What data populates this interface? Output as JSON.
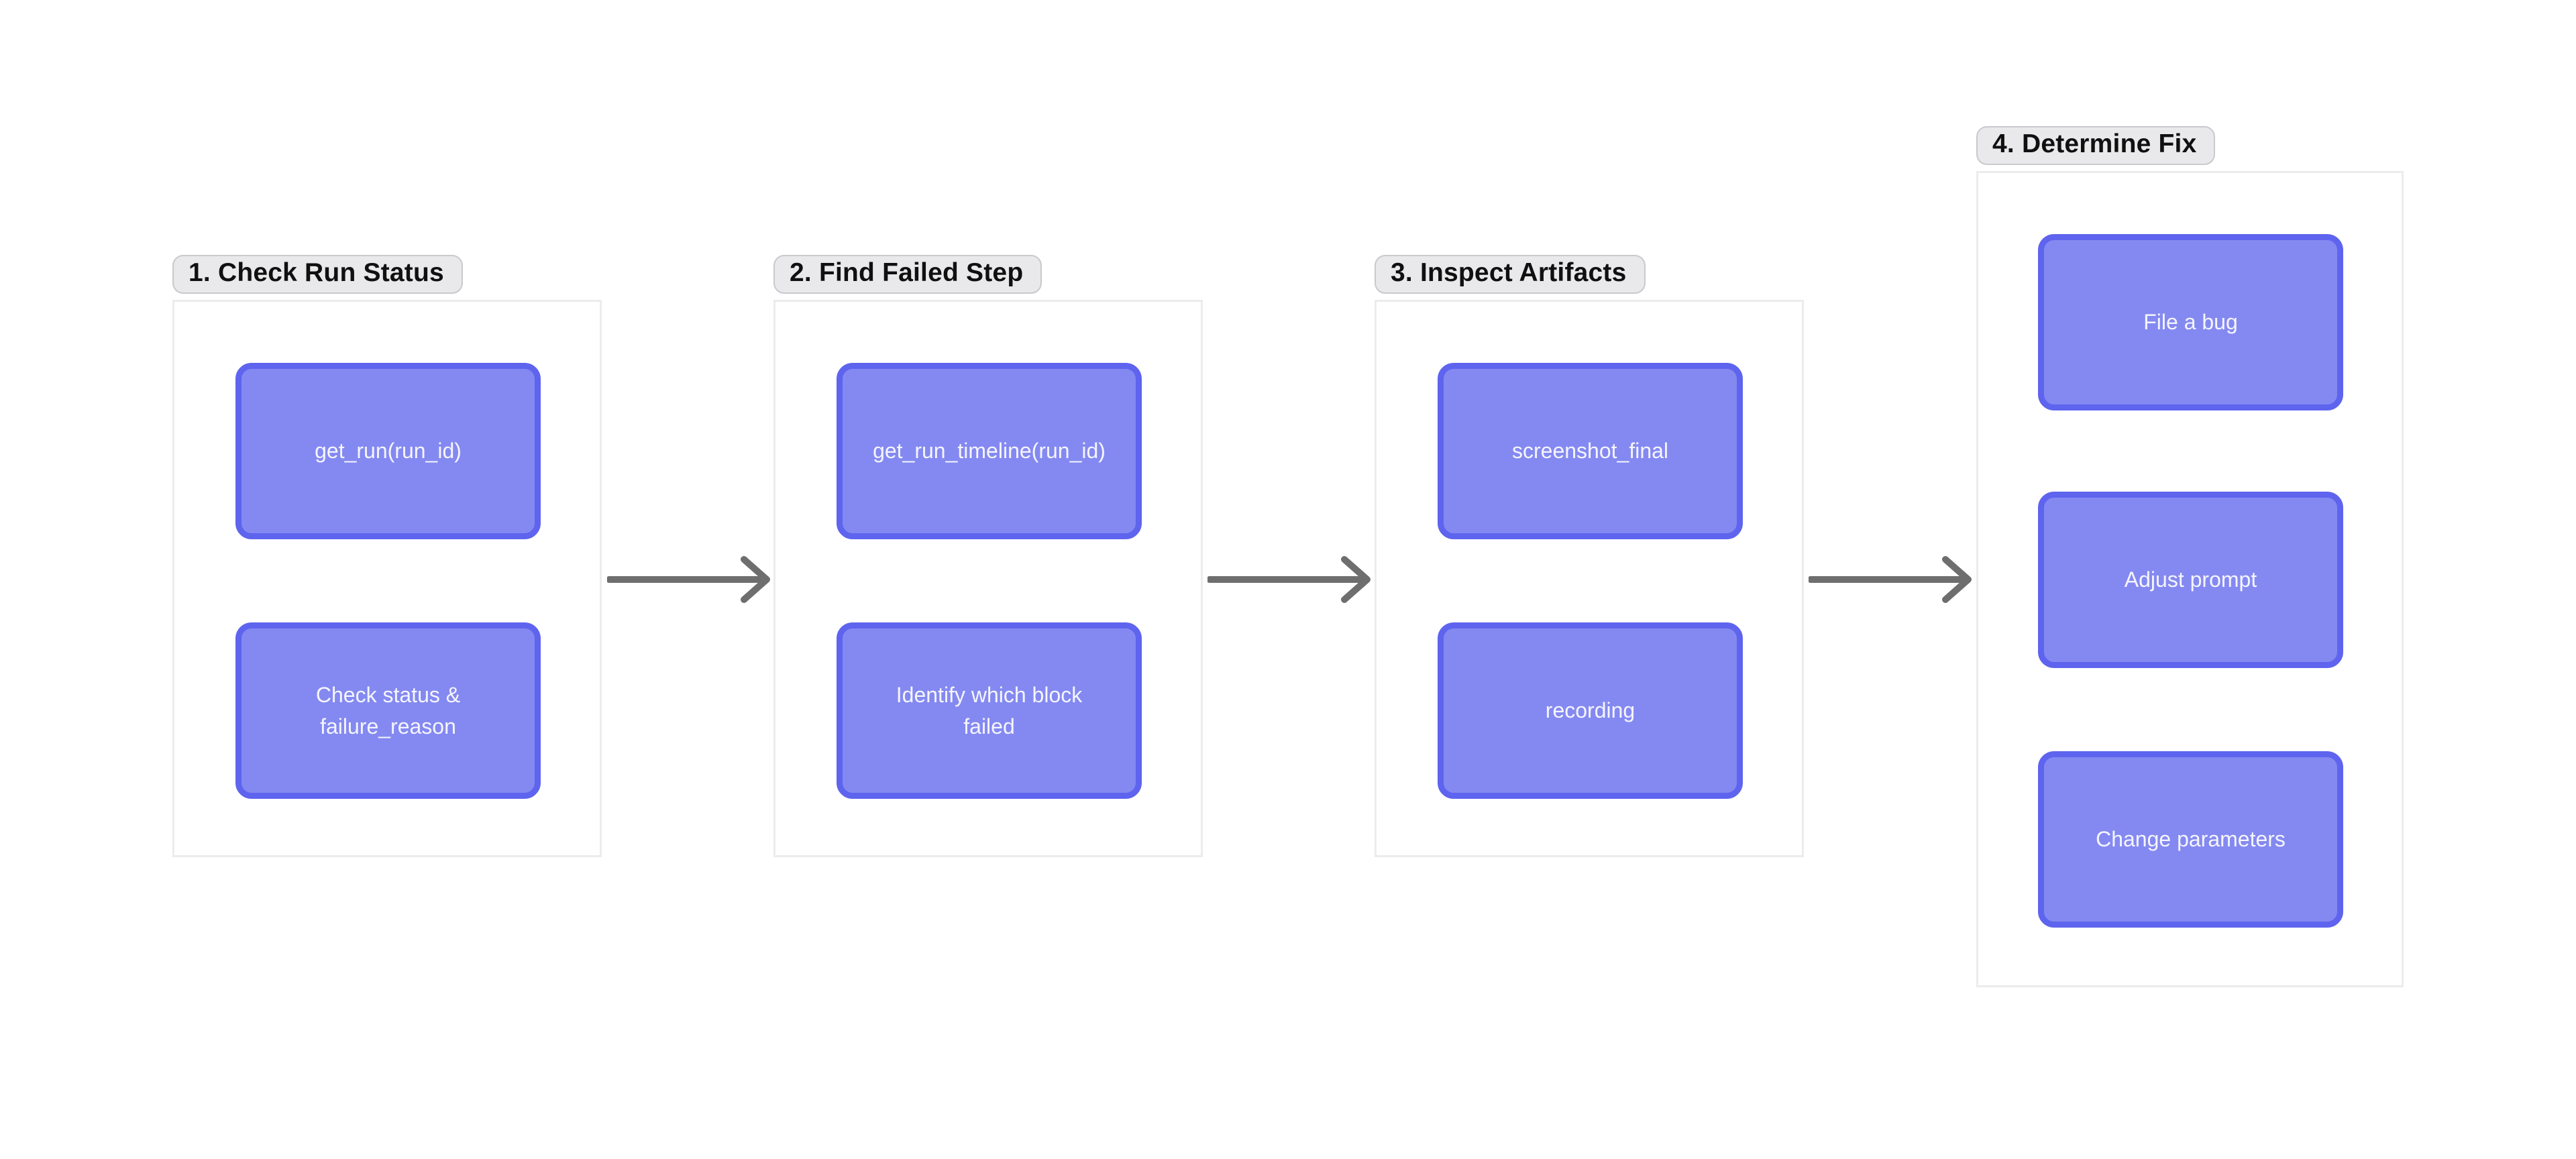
{
  "colors": {
    "canvas-bg": "#ffffff",
    "group-bg": "#ffffff",
    "group-border": "#ececee",
    "pill-bg": "#e9e9eb",
    "pill-border": "#c9c9ce",
    "pill-text": "#101010",
    "node-fill": "#8489f1",
    "node-border": "#5e64ee",
    "node-text": "#f5f5fd",
    "arrow": "#6e6e6e"
  },
  "groups": [
    {
      "label": "1. Check Run Status",
      "boxes": [
        {
          "label": "get_run(run_id)"
        },
        {
          "label": "Check status & failure_reason"
        }
      ]
    },
    {
      "label": "2. Find Failed Step",
      "boxes": [
        {
          "label": "get_run_timeline(run_id)"
        },
        {
          "label": "Identify which block failed"
        }
      ]
    },
    {
      "label": "3. Inspect Artifacts",
      "boxes": [
        {
          "label": "screenshot_final"
        },
        {
          "label": "recording"
        }
      ]
    },
    {
      "label": "4. Determine Fix",
      "boxes": [
        {
          "label": "File a bug"
        },
        {
          "label": "Adjust prompt"
        },
        {
          "label": "Change parameters"
        }
      ]
    }
  ],
  "arrows": [
    {
      "from": "1. Check Run Status",
      "to": "2. Find Failed Step"
    },
    {
      "from": "2. Find Failed Step",
      "to": "3. Inspect Artifacts"
    },
    {
      "from": "3. Inspect Artifacts",
      "to": "4. Determine Fix"
    }
  ]
}
